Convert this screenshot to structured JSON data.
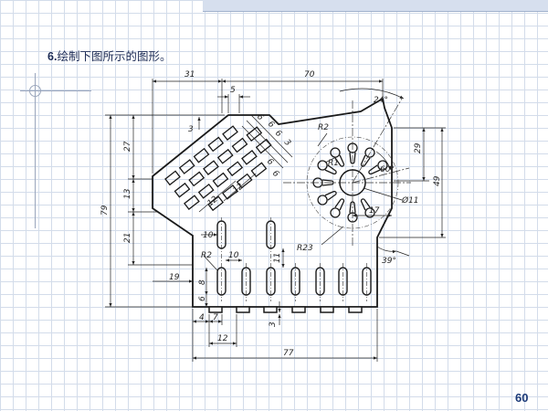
{
  "title": {
    "number": "6.",
    "text": "绘制下图所示的图形。"
  },
  "page_number": "60",
  "dims": {
    "d31": "31",
    "d70": "70",
    "d5": "5",
    "d24": "24°",
    "d3a": "3",
    "d6a": "6",
    "d6b": "6",
    "d6c": "6",
    "d3b": "3",
    "d6d": "6",
    "d6e": "6",
    "dR2a": "R2",
    "dR1": "R1",
    "d27": "27",
    "d13": "13",
    "d21": "21",
    "d79": "79",
    "d29": "29",
    "d49": "49",
    "d60": "60°",
    "d12a": "12",
    "d12b": "12",
    "dphi11": "Ø11",
    "d17": "17",
    "d10a": "10",
    "dR2b": "R2",
    "d10b": "10",
    "dR23": "R23",
    "d11": "11",
    "d19": "19",
    "d39": "39°",
    "d8": "8",
    "d6f": "6",
    "d4": "4",
    "d7": "7",
    "d12c": "12",
    "d3c": "3",
    "d77": "77"
  }
}
